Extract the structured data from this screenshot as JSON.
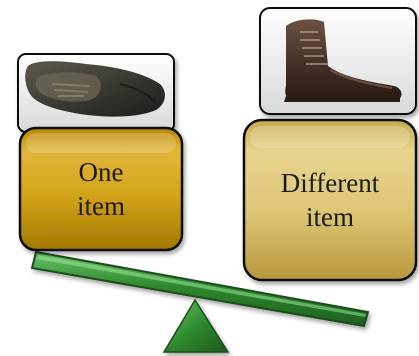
{
  "boxes": {
    "left": {
      "line1": "One",
      "line2": "item",
      "fill": "#d3a41a"
    },
    "right": {
      "line1": "Different",
      "line2": "item",
      "fill": "#dcc473"
    }
  },
  "images": {
    "left": "worn-shoe-icon",
    "right": "leather-boot-icon"
  },
  "colors": {
    "beam": "#2f8a2f",
    "fulcrum": "#2f8a2f",
    "frame": "#111111"
  }
}
